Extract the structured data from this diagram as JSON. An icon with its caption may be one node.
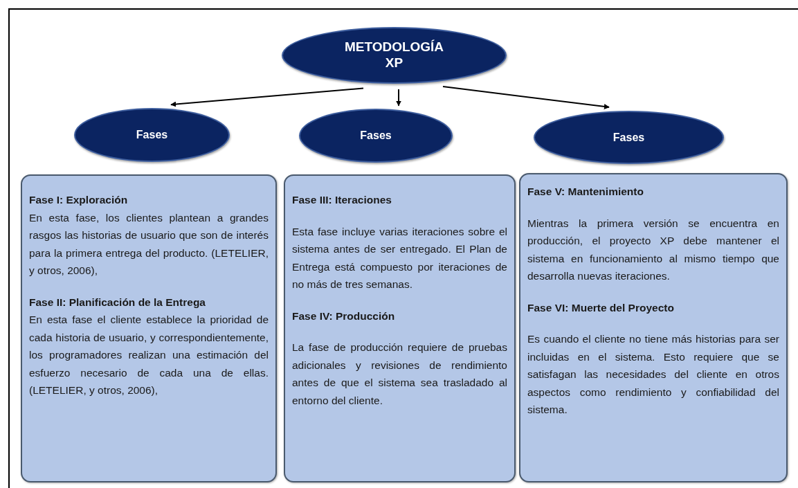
{
  "diagram": {
    "nodes": [
      {
        "text": [
          "METODOLOGÍA XP"
        ]
      },
      {
        "text": [
          "Fases"
        ]
      },
      {
        "text": [
          "Fases"
        ]
      },
      {
        "text": [
          "Fases"
        ]
      },
      {
        "text": [
          "Fase I: Exploración",
          "En esta fase, los clientes plantean a grandes rasgos las historias de usuario que son de interés para la primera entrega del producto. (LETELIER, y otros, 2006),",
          "Fase II: Planificación de la Entrega",
          "En esta fase el cliente establece la prioridad de cada historia de usuario, y correspondientemente, los programadores realizan una estimación del esfuerzo necesario de cada una de ellas. (LETELIER, y otros, 2006),"
        ]
      },
      {
        "text": [
          "Fase III: Iteraciones",
          "Esta fase incluye varias iteraciones sobre el sistema antes de ser entregado. El Plan de Entrega está compuesto por iteraciones de no más de tres semanas.",
          "Fase IV: Producción",
          "La fase de producción requiere de pruebas adicionales y revisiones de rendimiento antes de que el sistema sea trasladado al entorno del cliente."
        ]
      },
      {
        "text": [
          "Fase V: Mantenimiento",
          "Mientras la primera versión se encuentra en producción, el proyecto XP debe mantener el sistema en funcionamiento al mismo tiempo que desarrolla nuevas iteraciones.",
          "Fase VI: Muerte del Proyecto",
          "Es cuando el cliente no tiene más historias para ser incluidas en el sistema. Esto requiere que se satisfagan las necesidades del cliente en otros aspectos como rendimiento y confiabilidad del sistema."
        ]
      }
    ],
    "edges": [
      {
        "from": 0,
        "to": 1,
        "arrow": "to"
      },
      {
        "from": 0,
        "to": 2,
        "arrow": "to"
      },
      {
        "from": 0,
        "to": 3,
        "arrow": "to"
      }
    ]
  }
}
